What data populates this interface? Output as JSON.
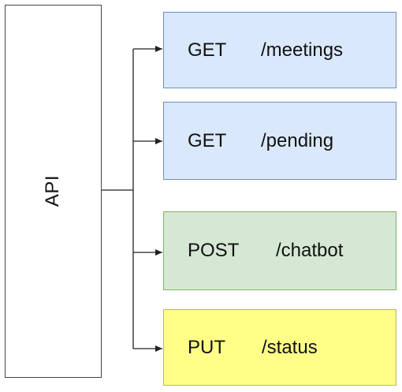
{
  "api": {
    "label": "API"
  },
  "endpoints": [
    {
      "method": "GET",
      "path": "/meetings",
      "fill": "#dae8fc",
      "stroke": "#6c8ebf"
    },
    {
      "method": "GET",
      "path": "/pending",
      "fill": "#dae8fc",
      "stroke": "#6c8ebf"
    },
    {
      "method": "POST",
      "path": "/chatbot",
      "fill": "#d5e8d4",
      "stroke": "#82b366"
    },
    {
      "method": "PUT",
      "path": "/status",
      "fill": "#ffff88",
      "stroke": "#b8b86b"
    }
  ],
  "colors": {
    "connector": "#222222",
    "api_border": "#444444"
  }
}
